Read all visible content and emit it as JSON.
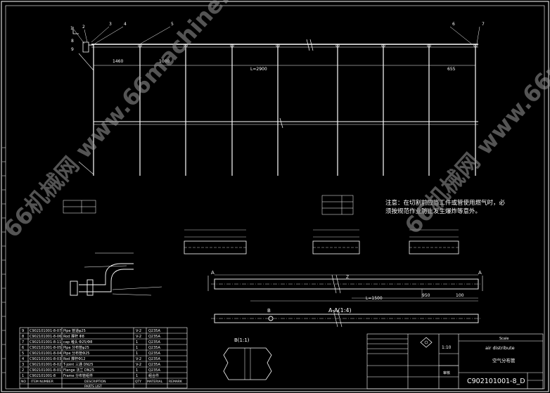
{
  "frame_dims": {
    "d1460": "1460",
    "d1000": "1000",
    "dlen": "L=2900",
    "d655": "655"
  },
  "callouts": [
    "1",
    "2",
    "3",
    "4",
    "5",
    "6",
    "7",
    "8",
    "9"
  ],
  "note": {
    "line1": "注意：在切割前应当工件或管使用燃气时，必",
    "line2": "须按规范作业防止发生爆炸等意外。"
  },
  "section_labels": {
    "a_left": "A",
    "a_right": "A",
    "aa_title": "A-A(1:4)",
    "b_mark": "B",
    "b_detail": "B(1:1)",
    "z_mark": "Z"
  },
  "pipe_dims": {
    "d950": "950",
    "d100": "100",
    "d1500": "L=1500"
  },
  "title_block": {
    "project": "air distribute",
    "drawing_no": "C902101001-8_D",
    "scale_lbl": "Scale",
    "scale_val": "1:10",
    "sheet_cn": "空气分布管",
    "checked": "审核"
  },
  "parts_list": {
    "header": [
      "NO",
      "ITEM NUMBER",
      "DESCRIPTION",
      "QTY",
      "MATERIAL",
      "REMARK"
    ],
    "footer": "PARTS LIST",
    "rows": [
      [
        "9",
        "C902101001-8-07",
        "Pipe 管道φ25",
        "V-2",
        "Q235A",
        ""
      ],
      [
        "8",
        "C902101001-8-06",
        "Rod 撑杆 Φ8",
        "V-2",
        "Q235A",
        ""
      ],
      [
        "7",
        "C902101001-8-11",
        "cap 堵头 Φ25/Φ8",
        "1",
        "Q235A",
        ""
      ],
      [
        "6",
        "C902101001-8-05",
        "Pipe 分布管φ25",
        "1",
        "Q235A",
        ""
      ],
      [
        "5",
        "C902101001-8-04",
        "Pipe 分布管Φ25",
        "1",
        "Q235A",
        ""
      ],
      [
        "4",
        "C902101001-8-03",
        "Rod 撑杆Φ12",
        "V-2",
        "Q235A",
        ""
      ],
      [
        "3",
        "C902101001-8-02",
        "T-joint 三通 DN25",
        "V-2",
        "Q235A",
        ""
      ],
      [
        "2",
        "C902101001-8-01",
        "Flange 法兰 DN25",
        "1",
        "Q235A",
        ""
      ],
      [
        "1",
        "C902101001-8",
        "Frame 分布管组件",
        "1",
        "组合件",
        ""
      ]
    ]
  },
  "watermarks": {
    "main": "66机械网 www.66machine.com",
    "right": "66机械网 www.66ma"
  }
}
